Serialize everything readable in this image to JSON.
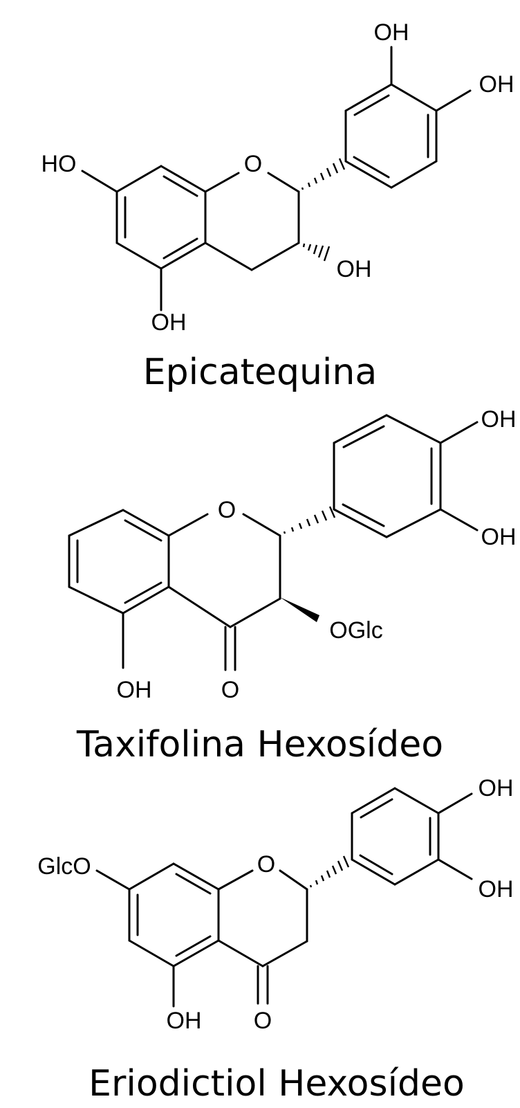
{
  "compounds": [
    {
      "name": "Epicatequina",
      "atoms": [
        {
          "key": "oh_a",
          "text": "OH"
        },
        {
          "key": "oh_b",
          "text": "OH"
        },
        {
          "key": "ho_c",
          "text": "HO"
        },
        {
          "key": "o_ring",
          "text": "O"
        },
        {
          "key": "oh_d",
          "text": "OH"
        },
        {
          "key": "oh_e",
          "text": "OH"
        }
      ]
    },
    {
      "name": "Taxifolina Hexosídeo",
      "atoms": [
        {
          "key": "oh_a",
          "text": "OH"
        },
        {
          "key": "oh_b",
          "text": "OH"
        },
        {
          "key": "o_ring",
          "text": "O"
        },
        {
          "key": "oglc",
          "text": "OGlc"
        },
        {
          "key": "oh_c",
          "text": "OH"
        },
        {
          "key": "o_keto",
          "text": "O"
        }
      ]
    },
    {
      "name": "Eriodictiol Hexosídeo",
      "atoms": [
        {
          "key": "oh_a",
          "text": "OH"
        },
        {
          "key": "oh_b",
          "text": "OH"
        },
        {
          "key": "glco",
          "text": "GlcO"
        },
        {
          "key": "o_ring",
          "text": "O"
        },
        {
          "key": "oh_c",
          "text": "OH"
        },
        {
          "key": "o_keto",
          "text": "O"
        }
      ]
    }
  ]
}
